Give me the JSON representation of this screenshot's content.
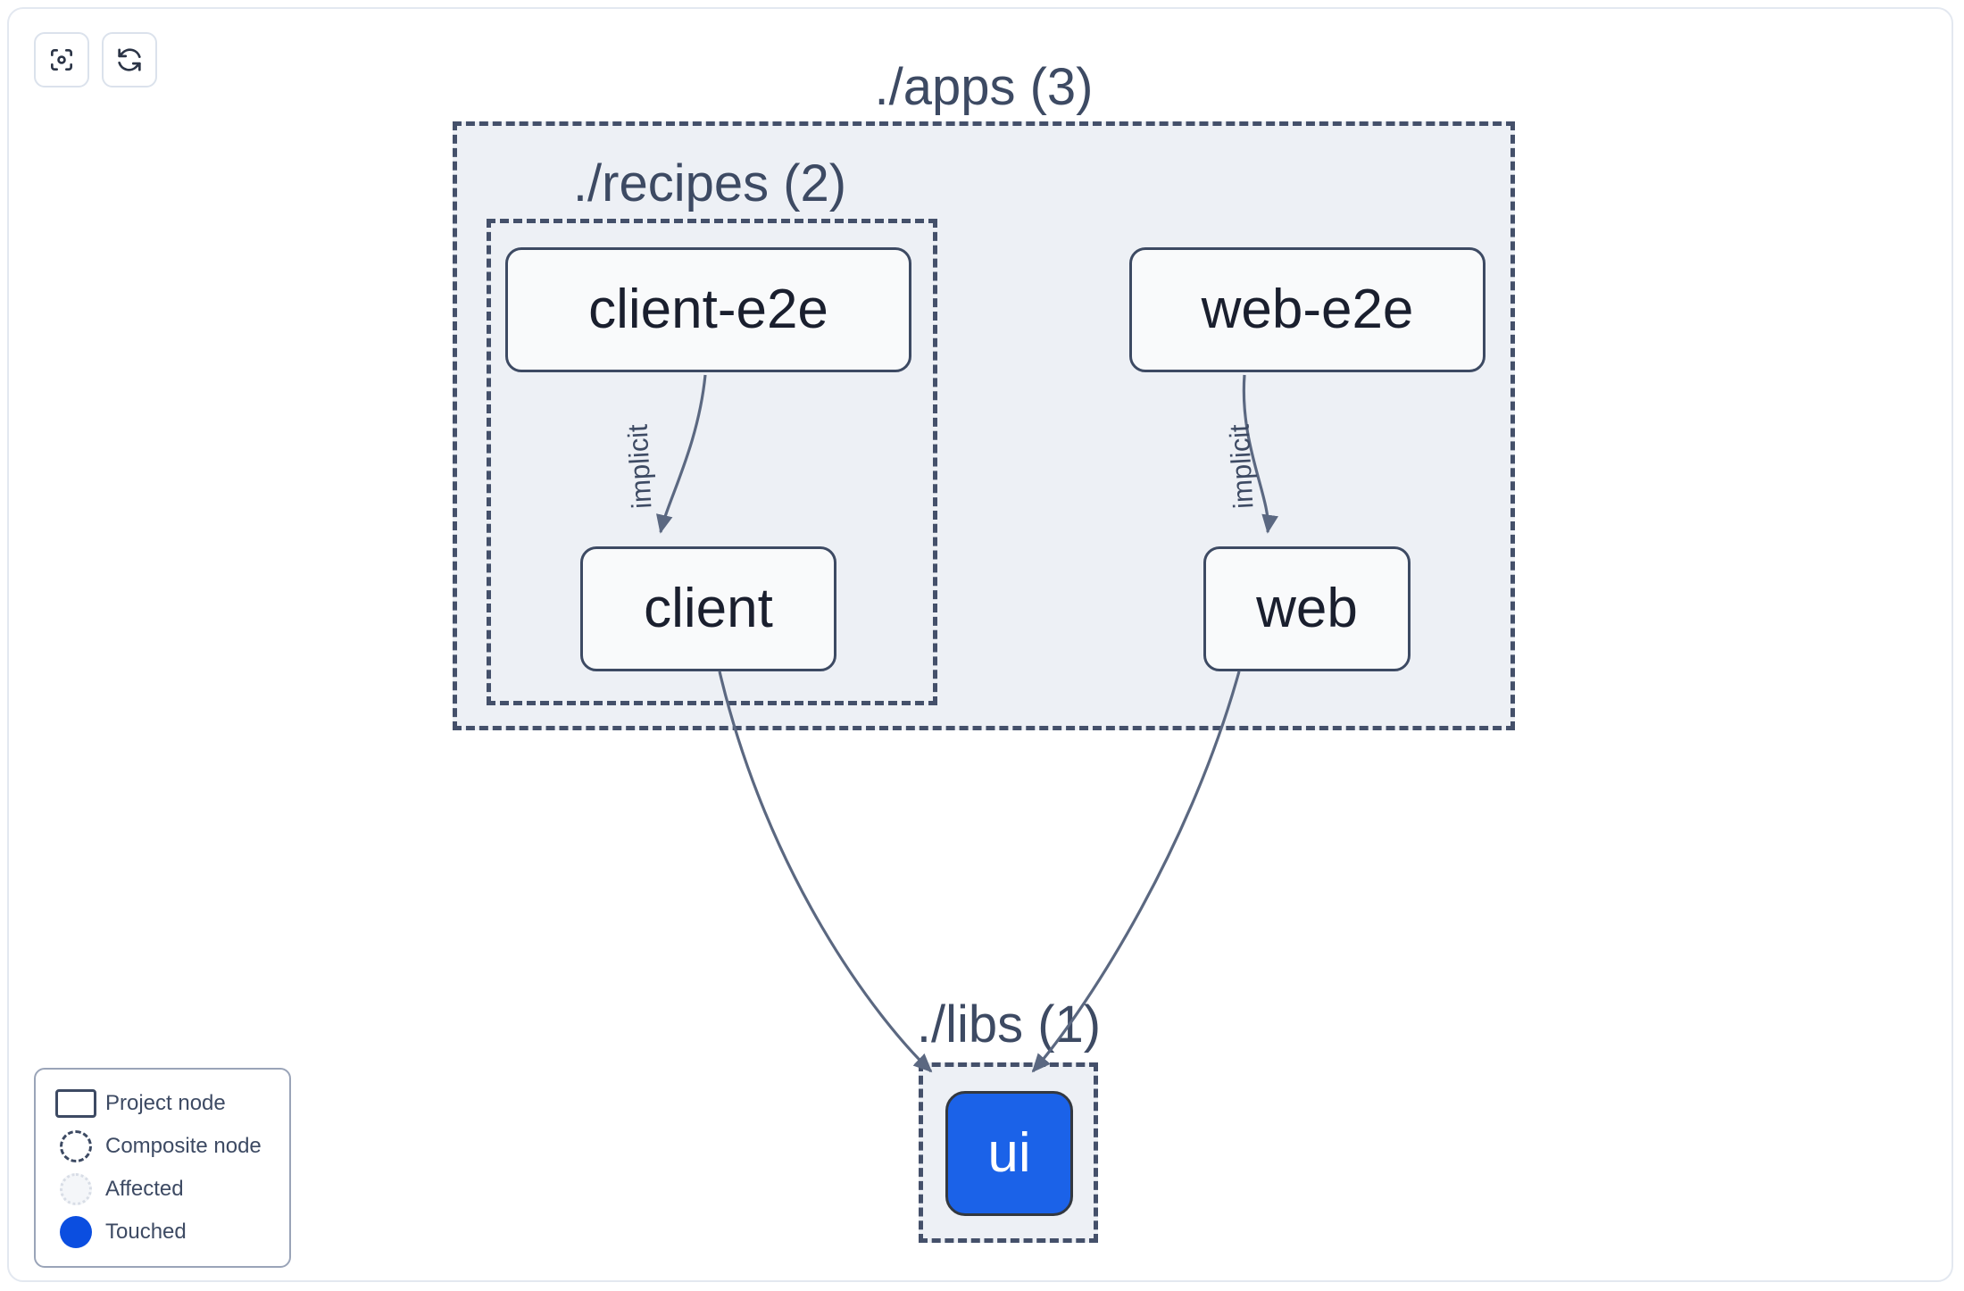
{
  "toolbar": {
    "buttons": [
      {
        "name": "focus-graph-button",
        "icon": "focus-target-icon"
      },
      {
        "name": "refresh-graph-button",
        "icon": "refresh-icon"
      }
    ]
  },
  "graph": {
    "groups": [
      {
        "id": "apps",
        "label": "./apps (3)",
        "count": 3
      },
      {
        "id": "recipes",
        "label": "./recipes (2)",
        "count": 2
      },
      {
        "id": "libs",
        "label": "./libs (1)",
        "count": 1
      }
    ],
    "nodes": [
      {
        "id": "client-e2e",
        "label": "client-e2e",
        "state": "plain"
      },
      {
        "id": "web-e2e",
        "label": "web-e2e",
        "state": "plain"
      },
      {
        "id": "client",
        "label": "client",
        "state": "plain"
      },
      {
        "id": "web",
        "label": "web",
        "state": "plain"
      },
      {
        "id": "ui",
        "label": "ui",
        "state": "touched"
      }
    ],
    "edges": [
      {
        "from": "client-e2e",
        "to": "client",
        "label": "implicit"
      },
      {
        "from": "web-e2e",
        "to": "web",
        "label": "implicit"
      },
      {
        "from": "client",
        "to": "ui",
        "label": ""
      },
      {
        "from": "web",
        "to": "ui",
        "label": ""
      }
    ]
  },
  "legend": {
    "items": [
      {
        "label": "Project node",
        "icon": "rectangle-outline-icon"
      },
      {
        "label": "Composite node",
        "icon": "dashed-circle-icon"
      },
      {
        "label": "Affected",
        "icon": "dotted-circle-icon"
      },
      {
        "label": "Touched",
        "icon": "filled-circle-icon"
      }
    ]
  },
  "colors": {
    "touched": "#1b62e8",
    "legend_touched": "#0b4ee0",
    "group_fill": "#edf0f5",
    "group_border": "#44506a",
    "node_border": "#3d4a63",
    "edge": "#5b6881",
    "text_dark": "#1a1f2e",
    "text_muted": "#3d4a63"
  }
}
